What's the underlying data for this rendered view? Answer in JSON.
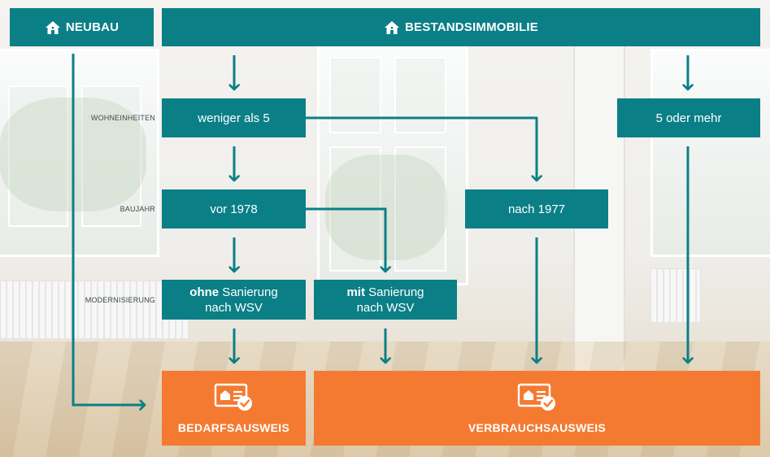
{
  "headers": {
    "neubau": "NEUBAU",
    "bestand": "BESTANDSIMMOBILIE"
  },
  "row_labels": {
    "wohneinheiten": "WOHNEINHEITEN",
    "baujahr": "BAUJAHR",
    "modernisierung": "MODERNISIERUNG"
  },
  "nodes": {
    "weniger_als_5": "weniger als 5",
    "fuenf_oder_mehr": "5 oder mehr",
    "vor_1978": "vor 1978",
    "nach_1977": "nach 1977",
    "ohne_bold": "ohne",
    "ohne_rest": " Sanierung",
    "ohne_line2": "nach WSV",
    "mit_bold": "mit",
    "mit_rest": " Sanierung",
    "mit_line2": "nach WSV"
  },
  "results": {
    "bedarf": "BEDARFSAUSWEIS",
    "verbrauch": "VERBRAUCHSAUSWEIS"
  },
  "colors": {
    "teal": "#0b7f86",
    "orange": "#f47a32"
  },
  "icons": {
    "header": "house-icon",
    "result": "certificate-check-icon"
  }
}
